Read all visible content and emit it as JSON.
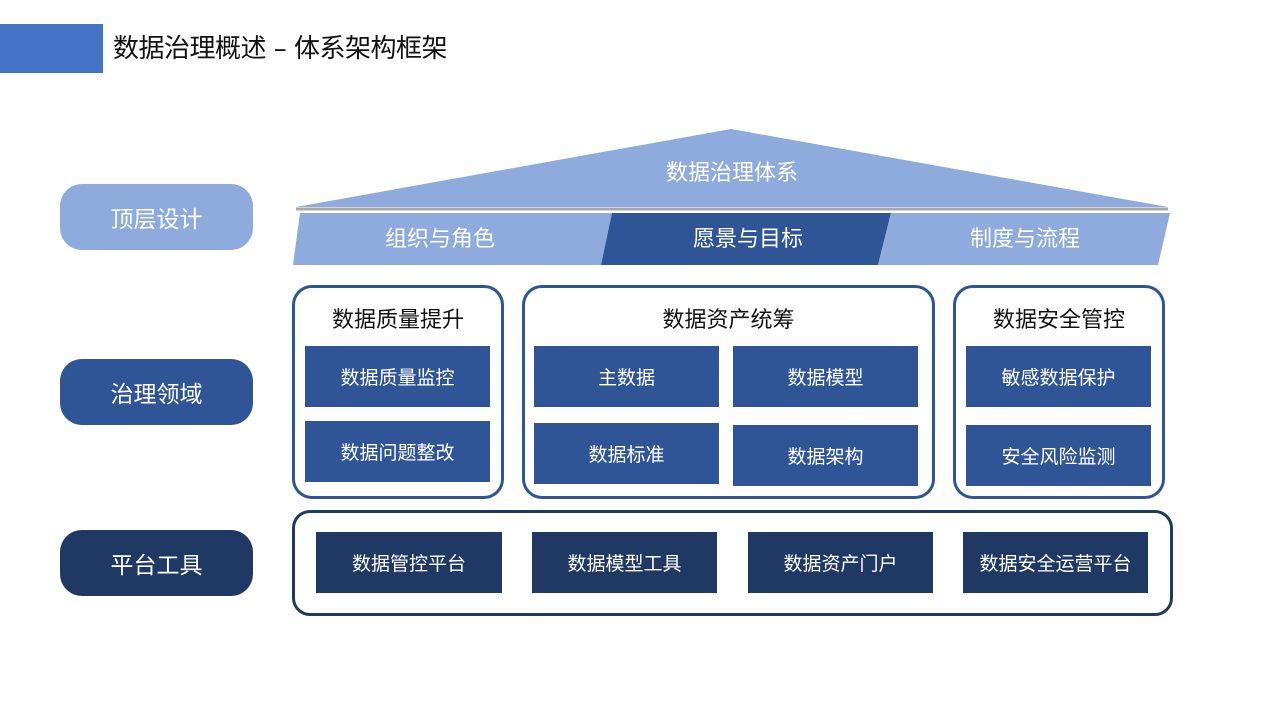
{
  "header": {
    "title": "数据治理概述 – 体系架构框架"
  },
  "levels": {
    "top": "顶层设计",
    "middle": "治理领域",
    "bottom": "平台工具"
  },
  "roof": {
    "title": "数据治理体系",
    "segments": [
      "组织与角色",
      "愿景与目标",
      "制度与流程"
    ]
  },
  "domains": {
    "quality": {
      "title": "数据质量提升",
      "items": [
        "数据质量监控",
        "数据问题整改"
      ]
    },
    "assets": {
      "title": "数据资产统筹",
      "items": [
        "主数据",
        "数据模型",
        "数据标准",
        "数据架构"
      ]
    },
    "security": {
      "title": "数据安全管控",
      "items": [
        "敏感数据保护",
        "安全风险监测"
      ]
    }
  },
  "tools": [
    "数据管控平台",
    "数据模型工具",
    "数据资产门户",
    "数据安全运营平台"
  ],
  "colors": {
    "light": "#8FAADC",
    "medium": "#2F5597",
    "dark": "#203864",
    "accent": "#4472C4"
  }
}
